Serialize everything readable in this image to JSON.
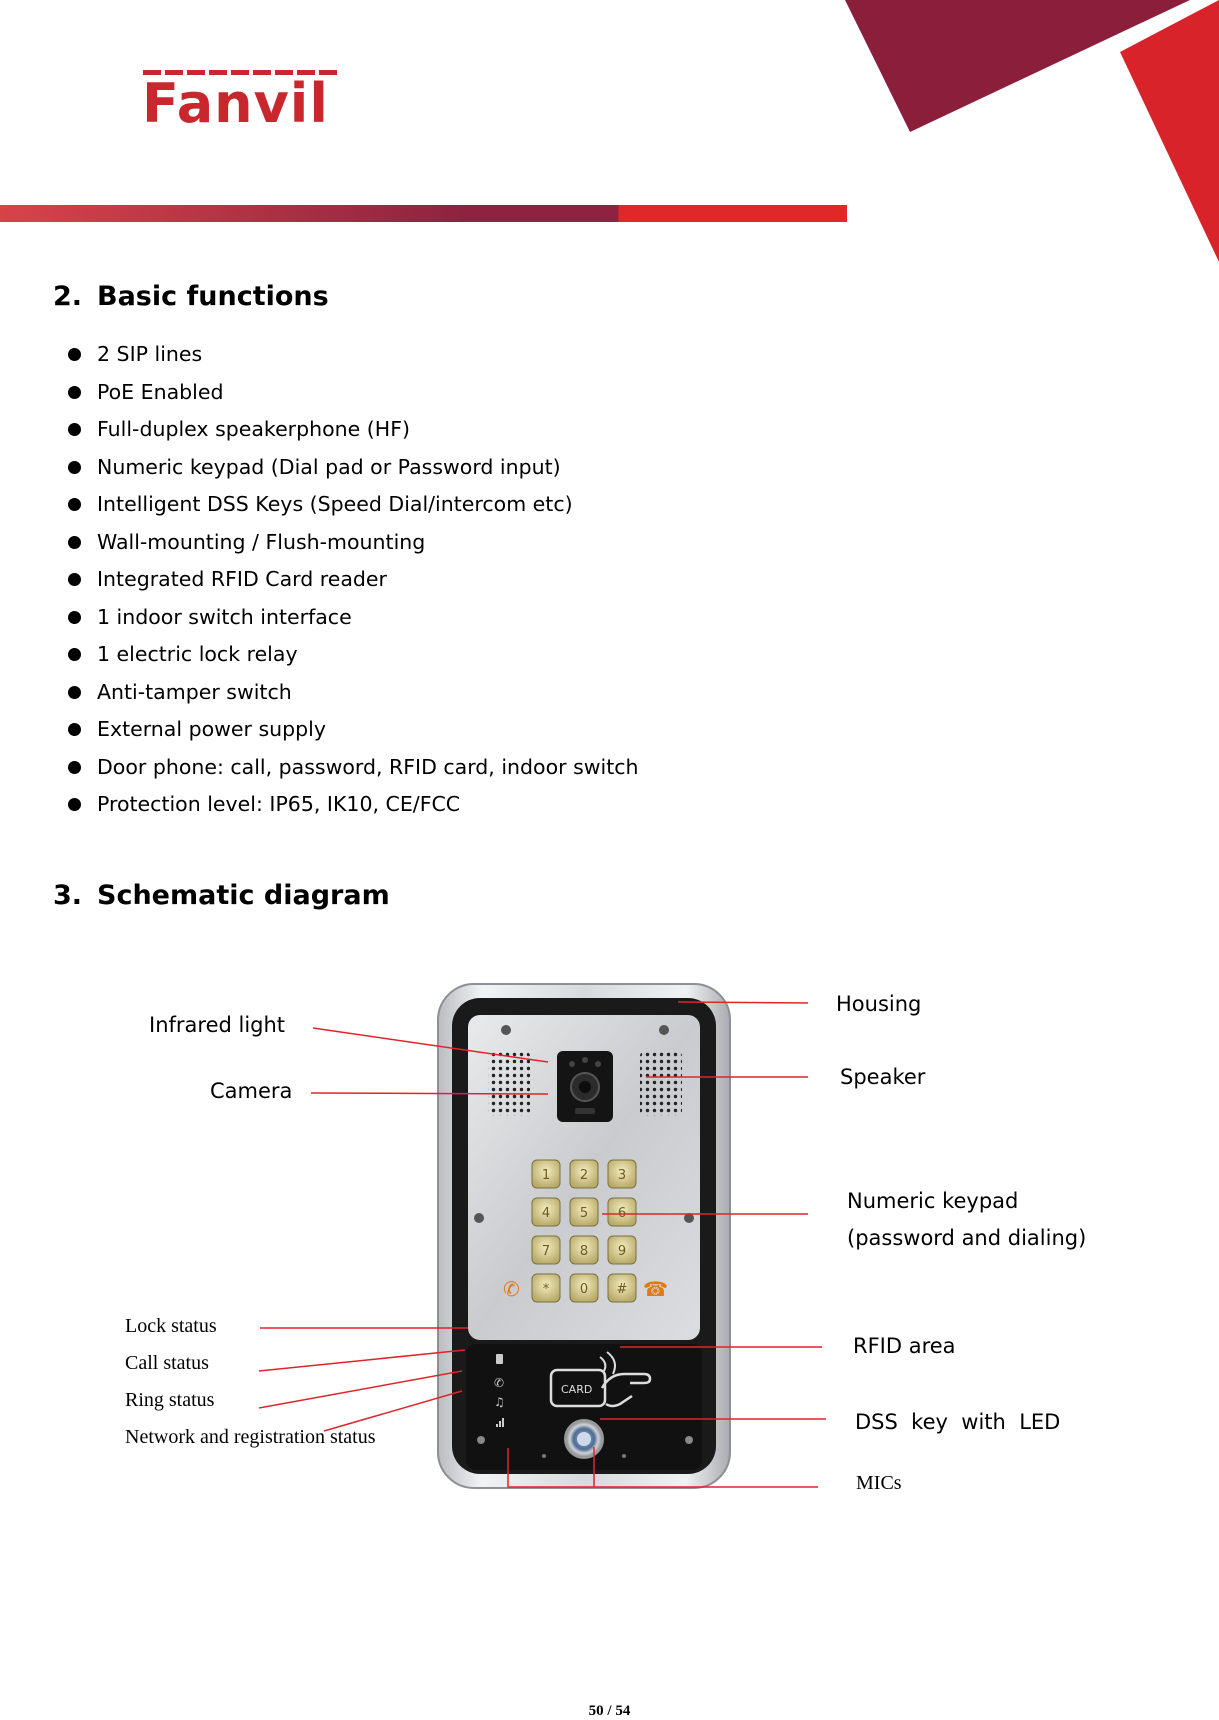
{
  "header": {
    "brand": "Fanvil"
  },
  "sections": {
    "basic": {
      "number": "2.",
      "title": "Basic functions",
      "items": [
        "2 SIP lines",
        "PoE Enabled",
        "Full-duplex speakerphone (HF)",
        "Numeric keypad (Dial pad or Password input)",
        "Intelligent DSS Keys (Speed Dial/intercom etc)",
        "Wall-mounting / Flush-mounting",
        "Integrated RFID Card reader",
        "1 indoor switch interface",
        "1 electric lock relay",
        "Anti-tamper switch",
        "External power supply",
        "Door phone: call, password, RFID card, indoor switch",
        "Protection level: IP65, IK10, CE/FCC"
      ]
    },
    "schematic": {
      "number": "3.",
      "title": "Schematic diagram"
    }
  },
  "diagram": {
    "labels": {
      "infrared": "Infrared light",
      "camera": "Camera",
      "housing": "Housing",
      "speaker": "Speaker",
      "keypad_line1": "Numeric keypad",
      "keypad_line2": "(password and dialing)",
      "rfid": "RFID area",
      "dss": "DSS  key  with  LED",
      "mics": "MICs",
      "lock": "Lock status",
      "call": "Call status",
      "ring": "Ring status",
      "network": "Network and registration status"
    },
    "device": {
      "card_text": "CARD",
      "keys": [
        "1",
        "2",
        "3",
        "4",
        "5",
        "6",
        "7",
        "8",
        "9",
        "*",
        "0",
        "#"
      ]
    },
    "colors": {
      "leader_line": "#e0242a",
      "brand_red": "#c8282d",
      "brand_dark_red": "#8b1f3b"
    }
  },
  "footer": {
    "page": "50 / 54"
  }
}
